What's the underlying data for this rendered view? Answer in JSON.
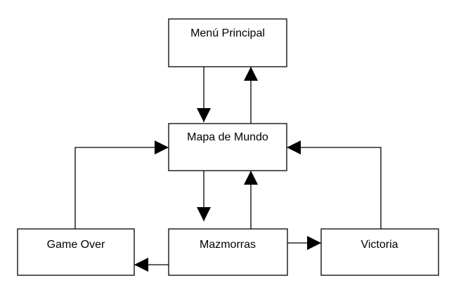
{
  "colors": {
    "stroke": "#000000",
    "fill": "#ffffff",
    "text": "#000000"
  },
  "nodes": {
    "menu": {
      "label": "Menú Principal"
    },
    "mapa": {
      "label": "Mapa de Mundo"
    },
    "gameover": {
      "label": "Game Over"
    },
    "mazmorras": {
      "label": "Mazmorras"
    },
    "victoria": {
      "label": "Victoria"
    }
  },
  "edges": [
    {
      "from": "Menú Principal",
      "to": "Mapa de Mundo"
    },
    {
      "from": "Mapa de Mundo",
      "to": "Menú Principal"
    },
    {
      "from": "Mapa de Mundo",
      "to": "Mazmorras"
    },
    {
      "from": "Mazmorras",
      "to": "Mapa de Mundo"
    },
    {
      "from": "Mazmorras",
      "to": "Game Over"
    },
    {
      "from": "Mazmorras",
      "to": "Victoria"
    },
    {
      "from": "Game Over",
      "to": "Mapa de Mundo"
    },
    {
      "from": "Victoria",
      "to": "Mapa de Mundo"
    }
  ]
}
